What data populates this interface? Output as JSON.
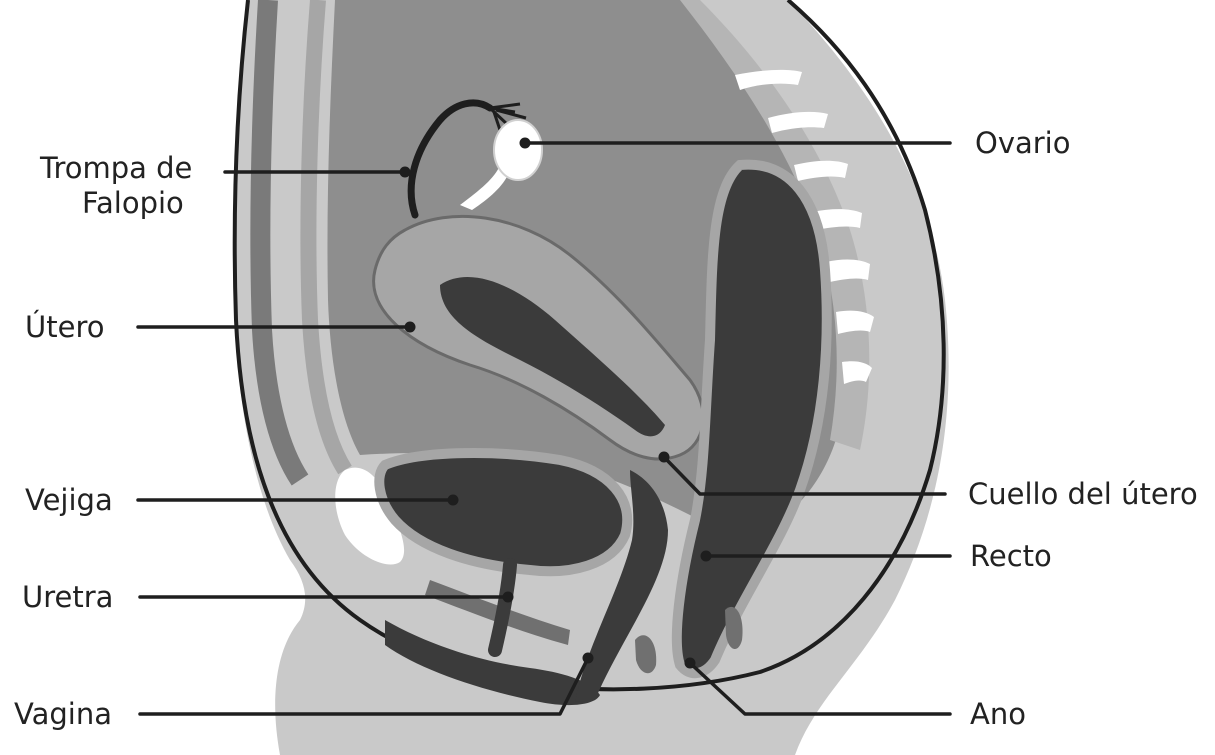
{
  "labels": {
    "trompa_line1": "Trompa de",
    "trompa_line2": "Falopio",
    "utero": "Útero",
    "vejiga": "Vejiga",
    "uretra": "Uretra",
    "vagina": "Vagina",
    "ovario": "Ovario",
    "cuello": "Cuello del útero",
    "recto": "Recto",
    "ano": "Ano"
  },
  "colors": {
    "background": "#ffffff",
    "skin": "#c9c9c9",
    "cavity": "#8e8e8e",
    "muscle": "#a6a6a6",
    "dark_organ": "#3b3b3b",
    "outline": "#1e1e1e",
    "bone": "#ffffff",
    "text": "#222222"
  }
}
